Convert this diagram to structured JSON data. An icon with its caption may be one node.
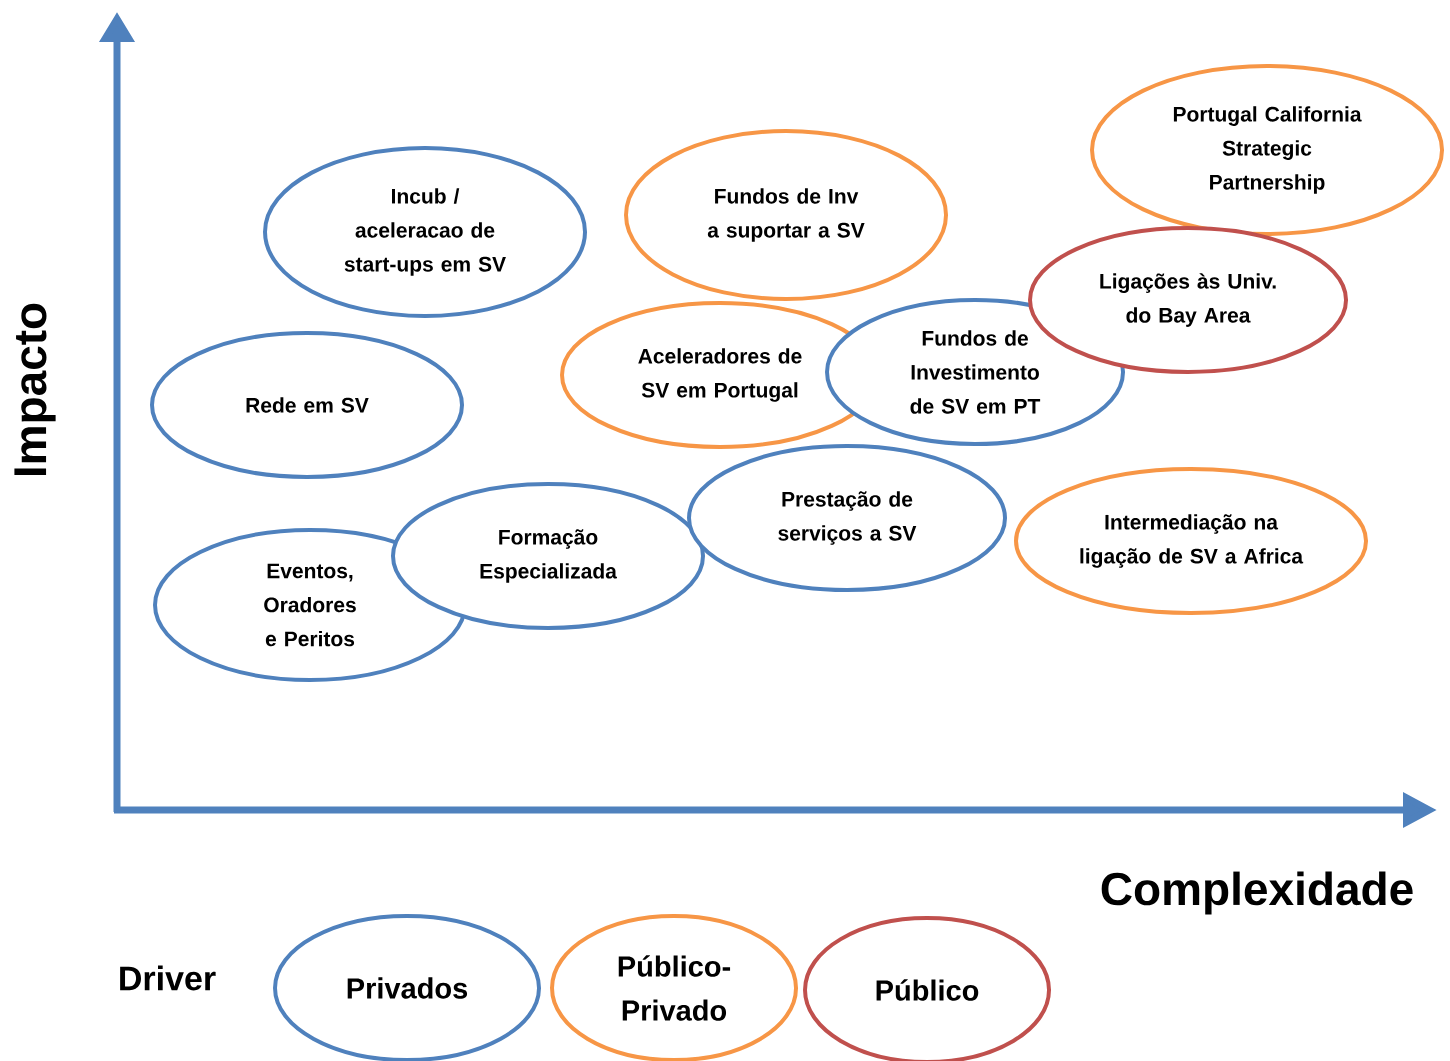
{
  "diagram": {
    "nodes": [
      {
        "text": [
          "Incub / aceleracao de start-ups em SV"
        ]
      },
      {
        "text": [
          "Fundos de Inv a suportar a SV"
        ]
      },
      {
        "text": [
          "Portugal California Strategic Partnership"
        ]
      },
      {
        "text": [
          "Rede em SV"
        ]
      },
      {
        "text": [
          "Aceleradores de SV em Portugal"
        ]
      },
      {
        "text": [
          "Fundos de Investimento de SV em PT"
        ]
      },
      {
        "text": [
          "Ligações às Univ. do Bay Area"
        ]
      },
      {
        "text": [
          "Eventos, Oradores e Peritos"
        ]
      },
      {
        "text": [
          "Formação Especializada"
        ]
      },
      {
        "text": [
          "Prestação de serviços a SV"
        ]
      },
      {
        "text": [
          "Intermediação na ligação de SV a Africa"
        ]
      }
    ],
    "edges": [],
    "labels": [
      "Impacto",
      "Complexidade",
      "Driver"
    ],
    "legend": [
      {
        "text": "Privados",
        "color": "#4f81bd"
      },
      {
        "text": "Público-Privado",
        "color": "#f79646"
      },
      {
        "text": "Público",
        "color": "#c0504d"
      }
    ]
  }
}
